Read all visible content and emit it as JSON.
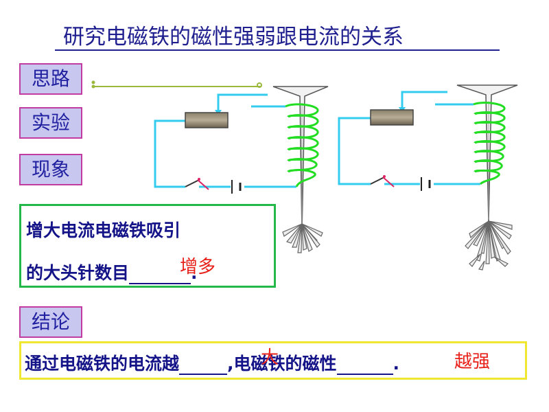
{
  "title": "研究电磁铁的磁性强弱跟电流的关系",
  "sidebar": {
    "items": [
      {
        "label": "思路"
      },
      {
        "label": "实验"
      },
      {
        "label": "现象"
      },
      {
        "label": "结论"
      }
    ]
  },
  "observation": {
    "line1": "增大电流电磁铁吸引",
    "line2_prefix": "的大头针数目",
    "line2_suffix": ".",
    "answer": "增多"
  },
  "conclusion": {
    "prefix": "通过电磁铁的电流越",
    "answer1": "大",
    "middle": ",电磁铁的磁性",
    "answer2": "越强",
    "suffix": "."
  },
  "colors": {
    "wire": "#33ccee",
    "coil": "#22dd22",
    "answer": "#e8201a",
    "heading": "#1f1f8f",
    "sidebar_bg": "#c8c7f0",
    "sidebar_border": "#c23ca0"
  }
}
